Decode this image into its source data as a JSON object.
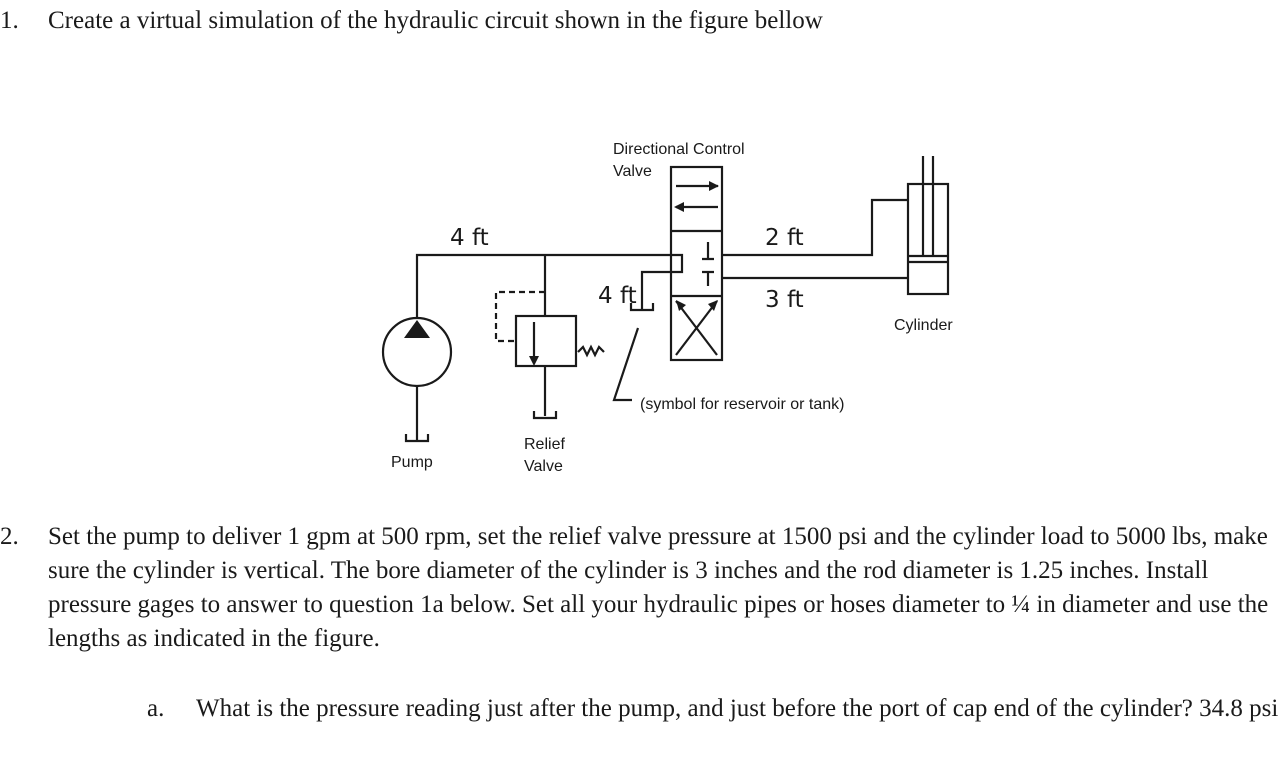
{
  "q1": {
    "number": "1.",
    "text": "Create a virtual simulation of the hydraulic circuit shown in the figure bellow"
  },
  "diagram": {
    "dcv_label_line1": "Directional Control",
    "dcv_label_line2": "Valve",
    "len_pump_line": "4 ft",
    "len_cyl_cap": "2 ft",
    "len_cyl_rod": "3 ft",
    "len_tank_line": "4 ft",
    "cylinder_label": "Cylinder",
    "tank_note": "(symbol for reservoir or tank)",
    "pump_label": "Pump",
    "relief_label_line1": "Relief",
    "relief_label_line2": "Valve"
  },
  "q2": {
    "number": "2.",
    "text": "Set the pump to deliver 1 gpm at 500 rpm, set the relief valve pressure at 1500 psi and the cylinder load to 5000 lbs, make sure the cylinder is vertical. The bore diameter of the cylinder is 3 inches and the rod diameter is 1.25 inches. Install pressure gages to answer to question 1a below. Set all your hydraulic pipes or hoses diameter to ¼ in diameter and use the lengths as indicated in the figure."
  },
  "qa": {
    "letter": "a.",
    "text": "What is the pressure reading just after the pump, and just before the port of cap end of the cylinder? 34.8 psi"
  }
}
